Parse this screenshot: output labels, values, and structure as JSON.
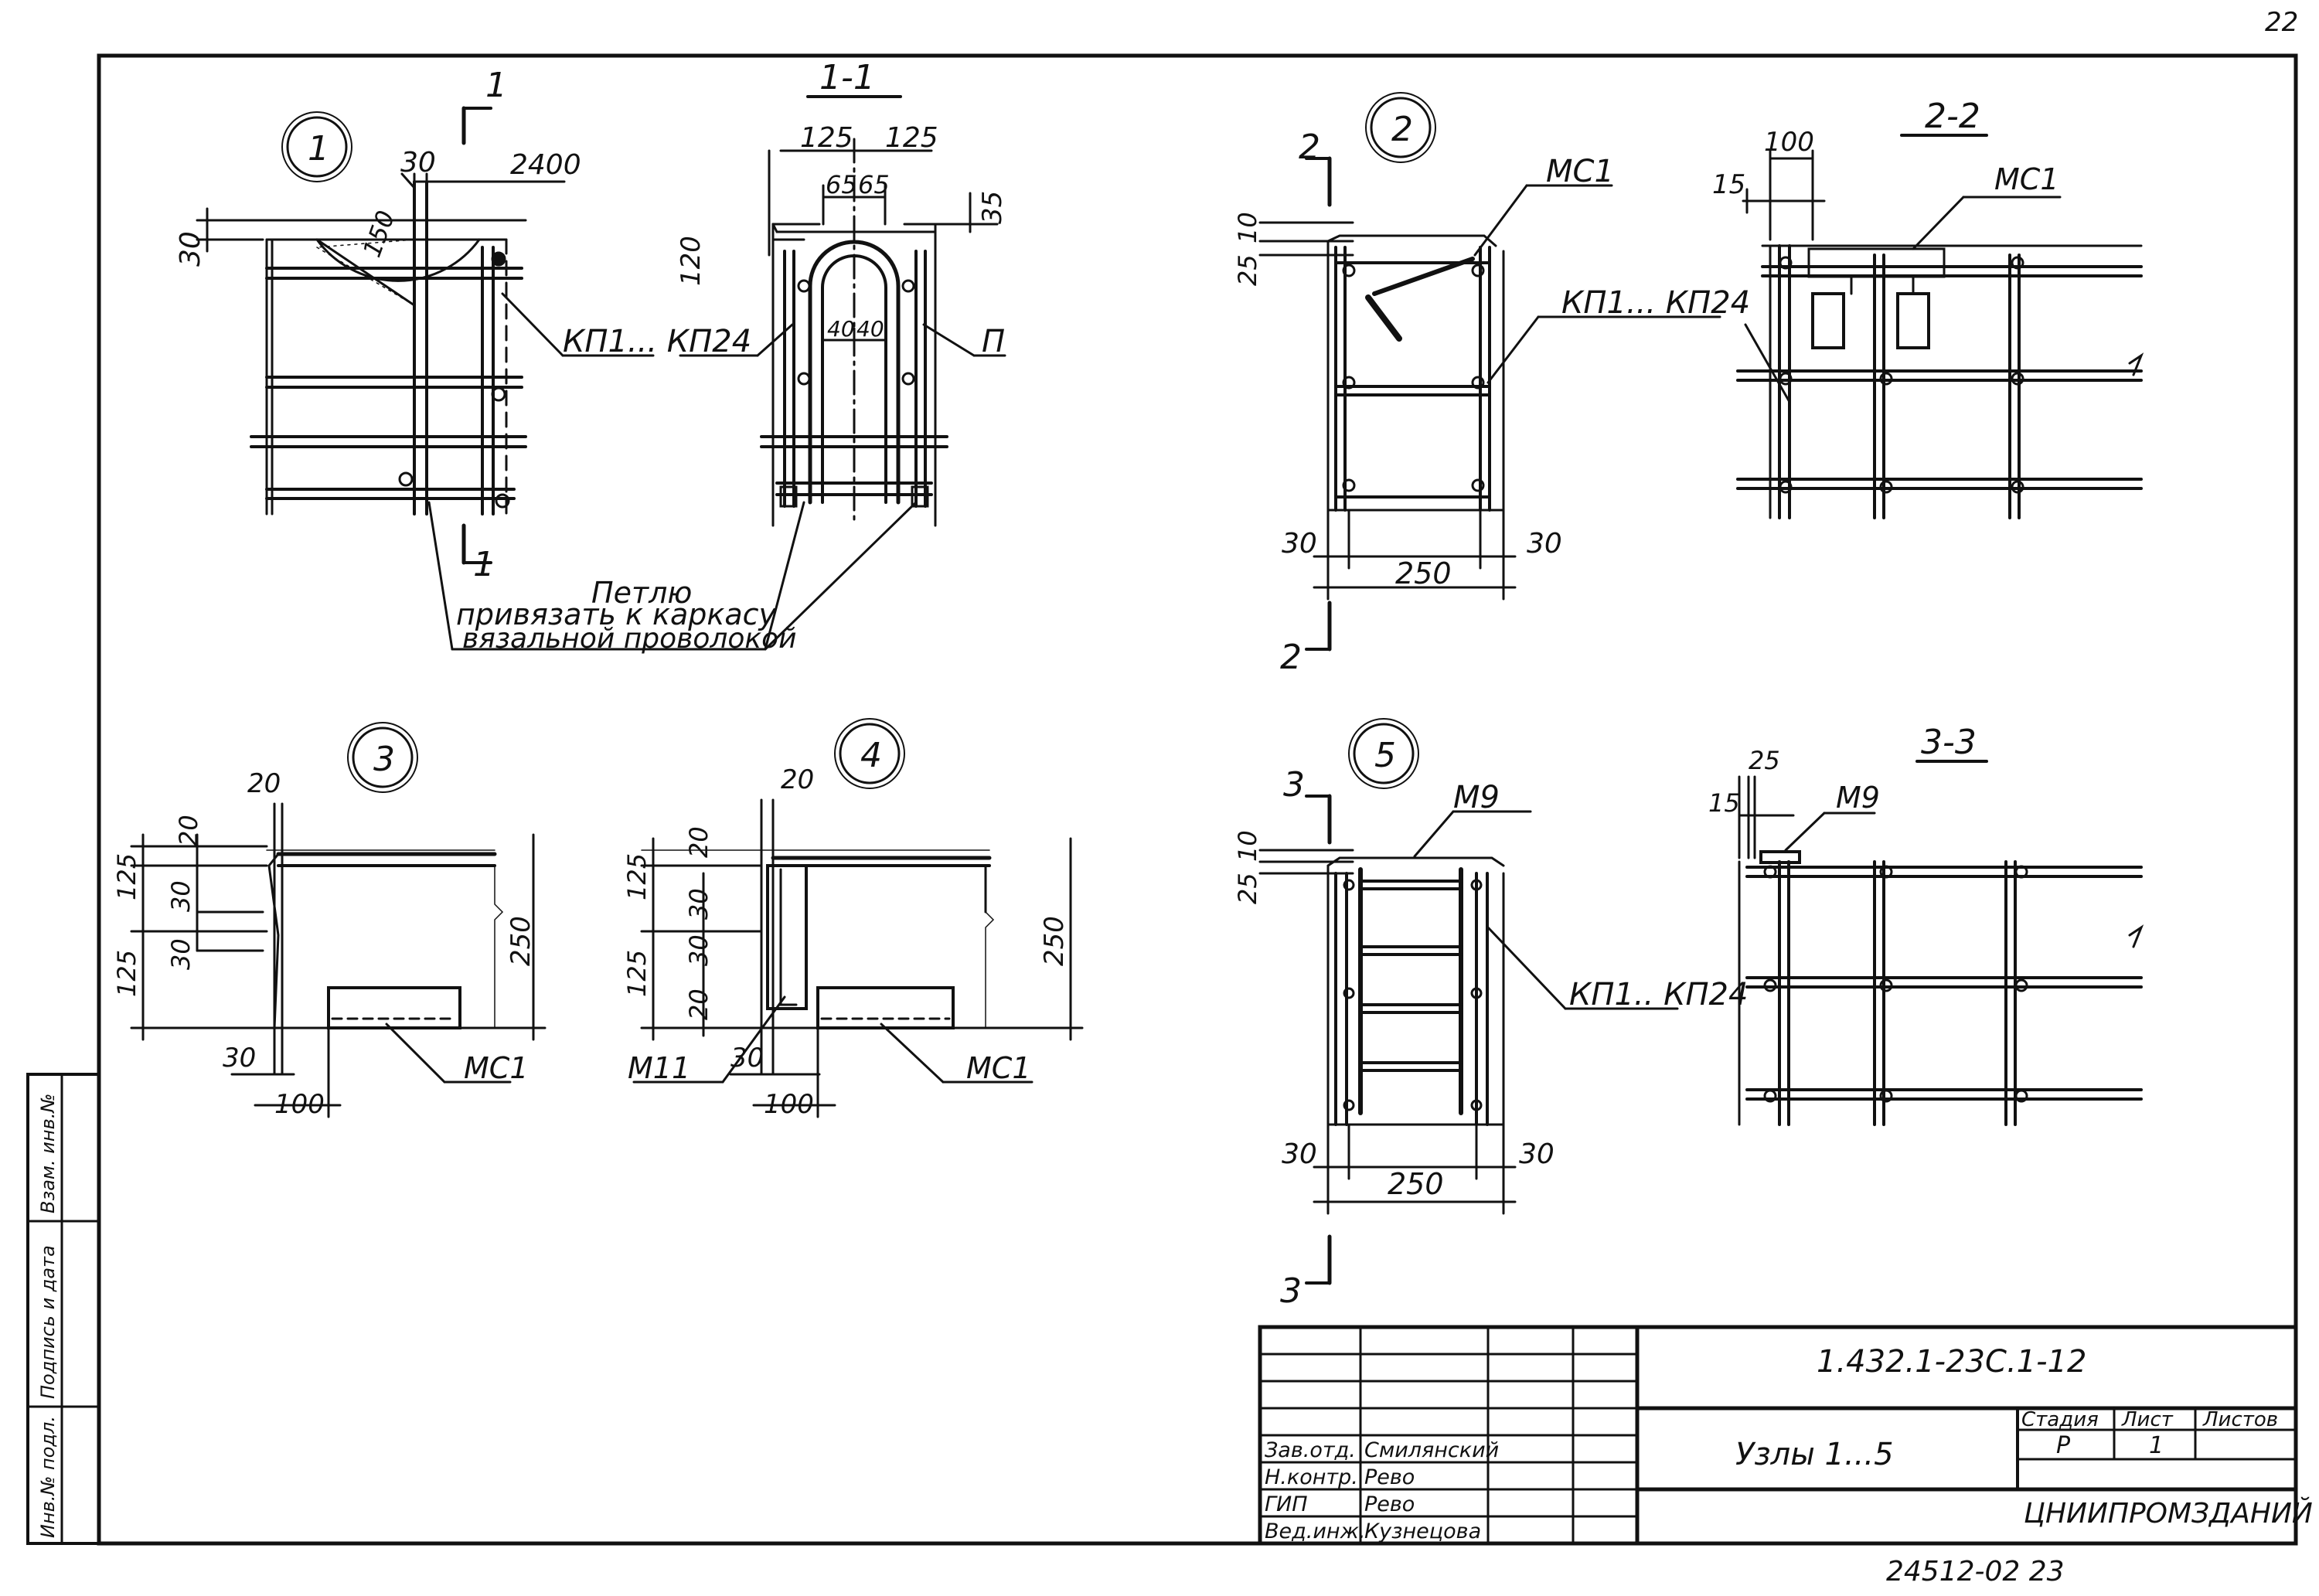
{
  "sheet": {
    "corner_number": "22",
    "bottom_number": "24512-02   23"
  },
  "side_stamp": {
    "cells": [
      "Инв.№ подл.",
      "Подпись и дата",
      "Взам. инв.№"
    ]
  },
  "title_block": {
    "code": "1.432.1-23С.1-12",
    "title": "Узлы 1...5",
    "stage_header": "Стадия",
    "sheet_header": "Лист",
    "sheets_header": "Листов",
    "stage": "Р",
    "sheet": "1",
    "sheets": "",
    "organization": "ЦНИИПРОМЗДАНИЙ",
    "roles": [
      {
        "role": "Зав.отд.",
        "name": "Смилянский"
      },
      {
        "role": "Н.контр.",
        "name": "Рево"
      },
      {
        "role": "ГИП",
        "name": "Рево"
      },
      {
        "role": "Вед.инж.",
        "name": "Кузнецова"
      }
    ]
  },
  "node1": {
    "badge": "1",
    "section": "1-1",
    "cut": "1",
    "d_30": "30",
    "d_2400": "2400",
    "d_150": "150",
    "d_30v": "30",
    "d_125a": "125",
    "d_125b": "125",
    "d_65a": "65",
    "d_65b": "65",
    "d_35": "35",
    "d_120": "120",
    "d_40a": "40",
    "d_40b": "40",
    "label_kp": "КП1... КП24",
    "label_p": "П",
    "note1": "Петлю",
    "note2": "привязать к каркасу",
    "note3": "вязальной проволокой"
  },
  "node2": {
    "badge": "2",
    "section": "2-2",
    "cut": "2",
    "label_ms": "МС1",
    "label_ms2": "МС1",
    "label_kp": "КП1... КП24",
    "d_25": "25",
    "d_10": "10",
    "d_100": "100",
    "d_15": "15",
    "d_30a": "30",
    "d_30b": "30",
    "d_250": "250"
  },
  "node3": {
    "badge": "3",
    "d_20": "20",
    "d_20b": "20",
    "d_125a": "125",
    "d_125b": "125",
    "d_30a": "30",
    "d_30b": "30",
    "d_250": "250",
    "d_30": "30",
    "d_100": "100",
    "label_ms": "МС1"
  },
  "node4": {
    "badge": "4",
    "d_20": "20",
    "d_20b": "20",
    "d_30a": "30",
    "d_30b": "30",
    "d_20c": "20",
    "d_125a": "125",
    "d_125b": "125",
    "d_250": "250",
    "d_30": "30",
    "d_100": "100",
    "label_m11": "М11",
    "label_ms": "МС1"
  },
  "node5": {
    "badge": "5",
    "section": "3-3",
    "cut": "3",
    "label_m9": "М9",
    "label_m9b": "М9",
    "label_kp": "КП1.. КП24",
    "d_25": "25",
    "d_10": "10",
    "d_25b": "25",
    "d_15": "15",
    "d_30a": "30",
    "d_30b": "30",
    "d_250": "250"
  }
}
